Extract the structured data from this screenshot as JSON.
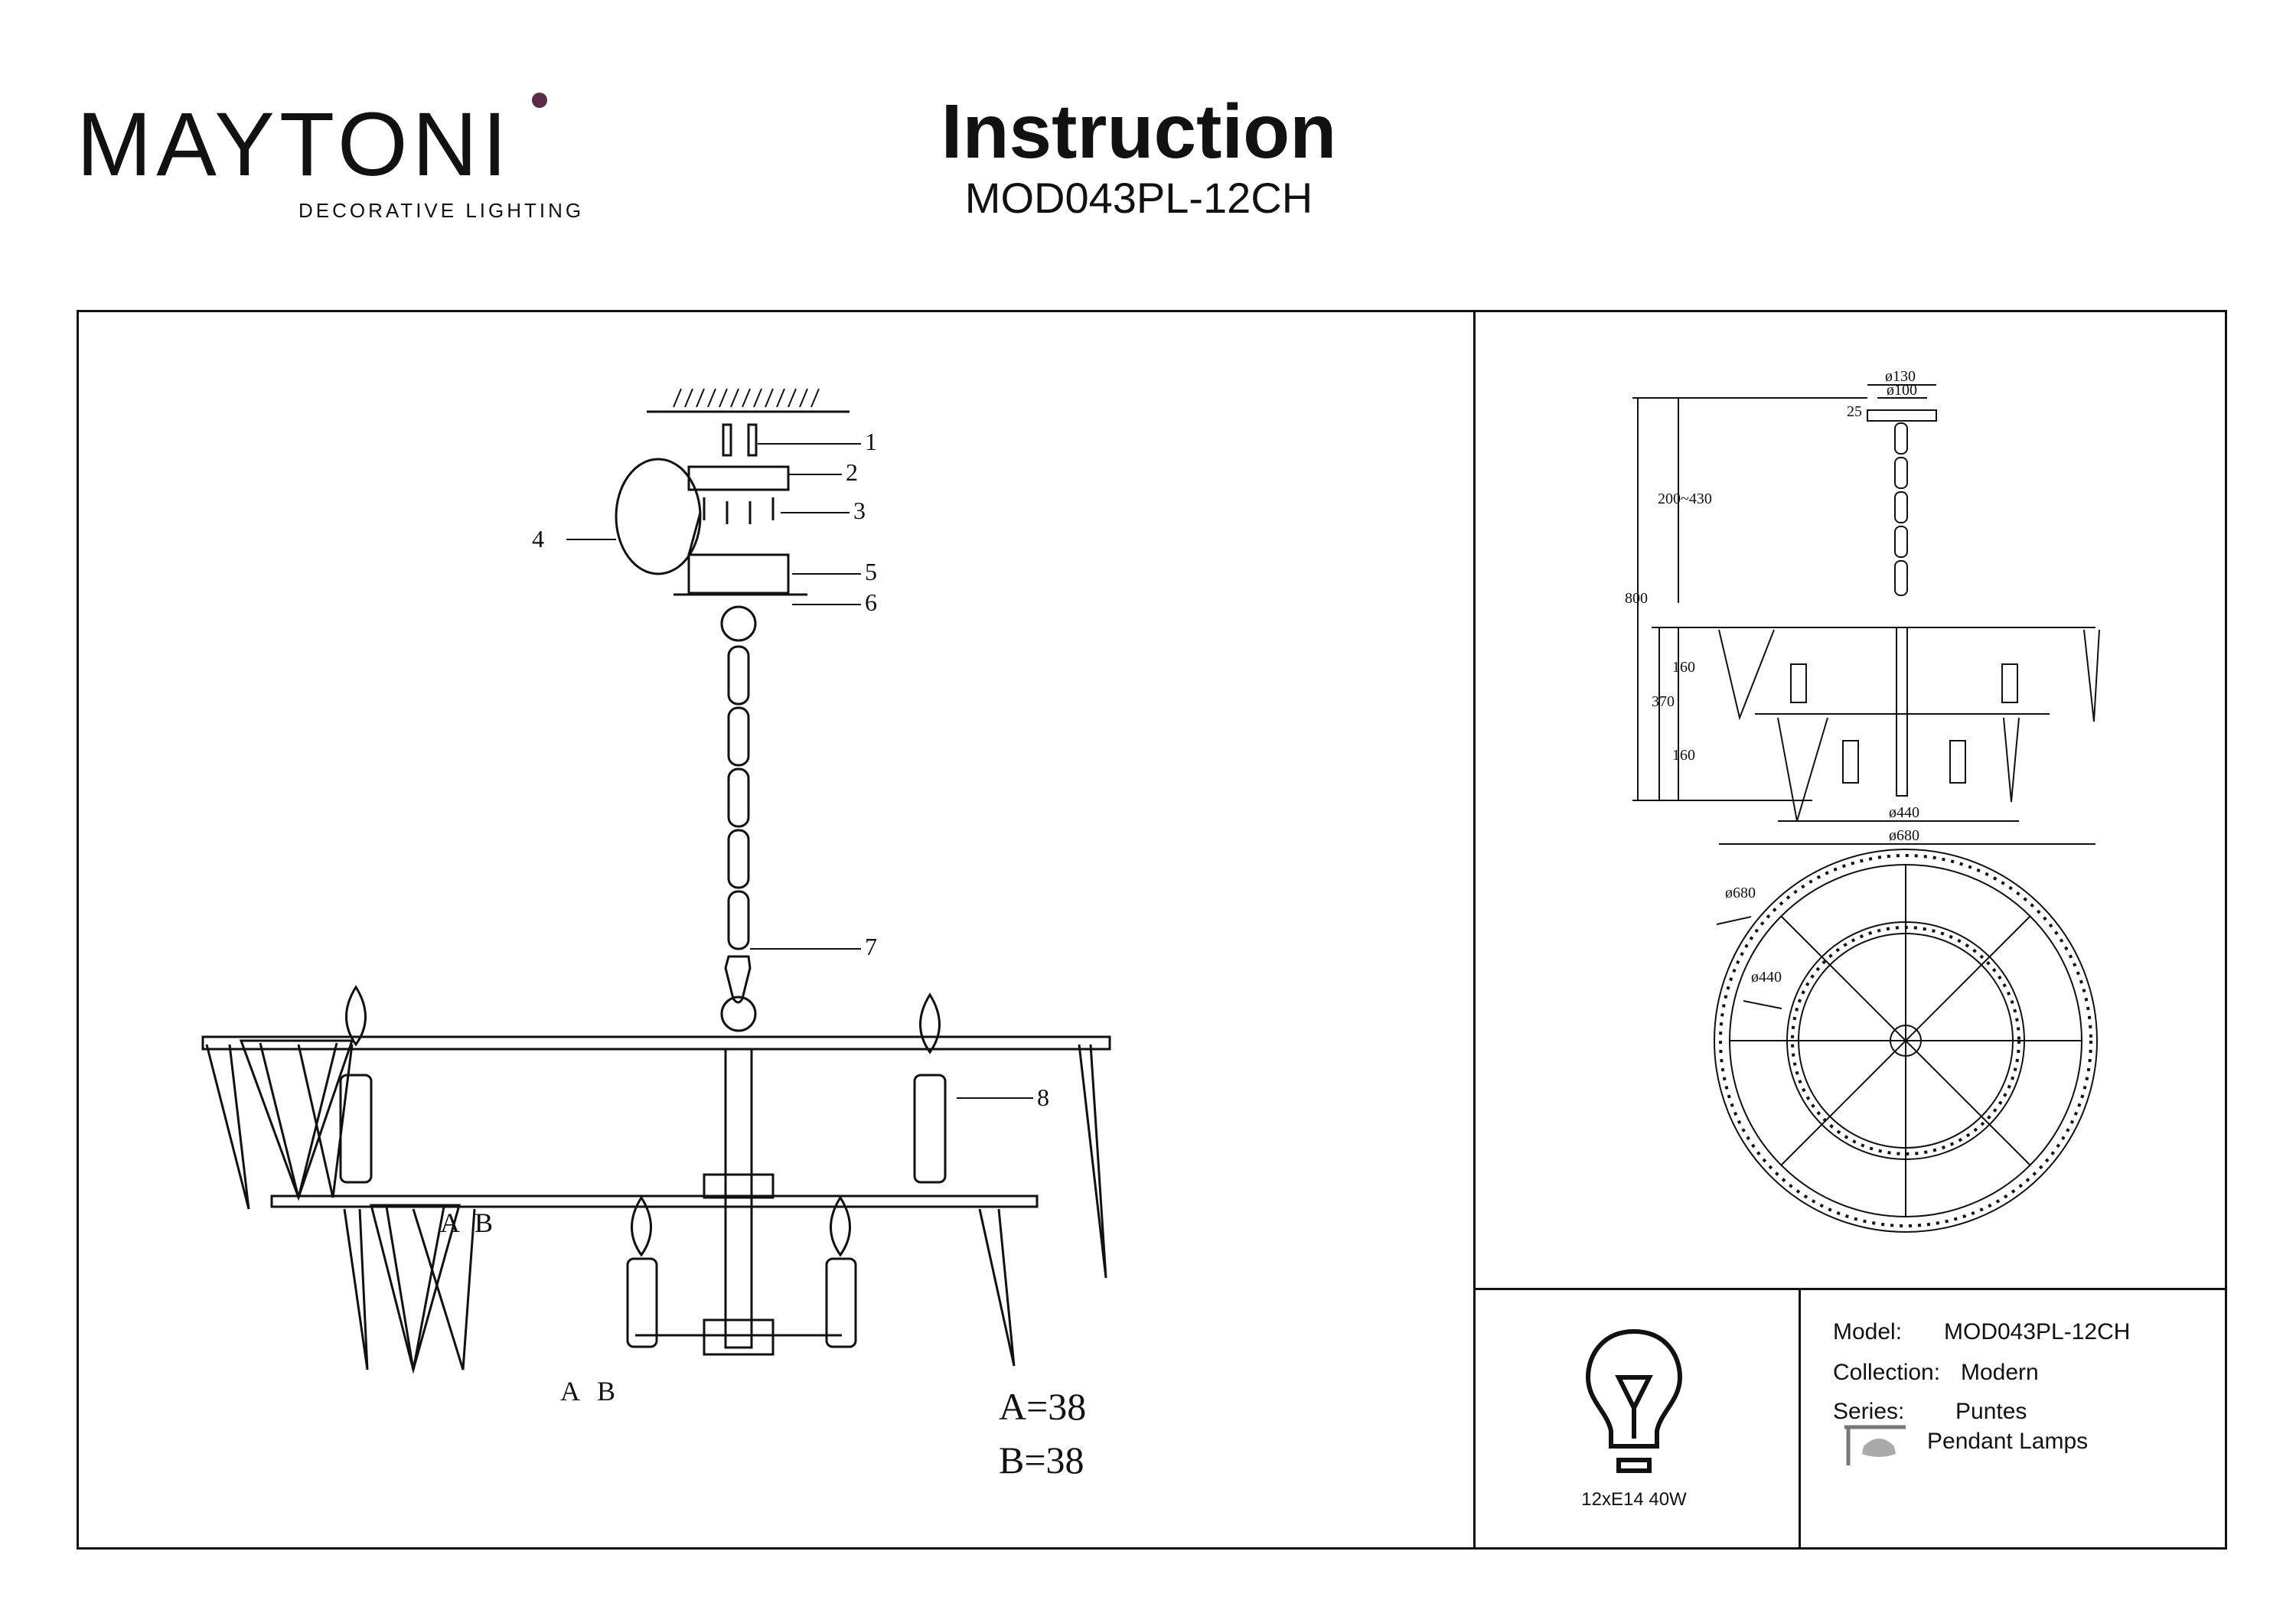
{
  "brand": {
    "name": "MAYTONI",
    "tagline": "DECORATIVE LIGHTING",
    "accent_color": "#5a2a4a"
  },
  "header": {
    "title": "Instruction",
    "model_code": "MOD043PL-12CH"
  },
  "assembly": {
    "callouts": [
      "1",
      "2",
      "3",
      "4",
      "5",
      "6",
      "7",
      "8"
    ],
    "crystal_labels": [
      "A",
      "B",
      "A",
      "B"
    ],
    "dimension_notes": [
      "A=38",
      "B=38"
    ]
  },
  "dimensions": {
    "side_view": [
      "ø130",
      "ø100",
      "25",
      "200~430",
      "800",
      "160",
      "370",
      "160",
      "ø440",
      "ø680"
    ],
    "top_view": [
      "ø680",
      "ø440"
    ]
  },
  "bulb": {
    "icon": "light-bulb-icon",
    "spec": "12xE14 40W"
  },
  "specs": {
    "model_label": "Model:",
    "model_value": "MOD043PL-12CH",
    "collection_label": "Collection:",
    "collection_value": "Modern",
    "series_label": "Series:",
    "series_value": "Puntes",
    "type_icon": "pendant-lamp-icon",
    "type_value": "Pendant Lamps"
  }
}
